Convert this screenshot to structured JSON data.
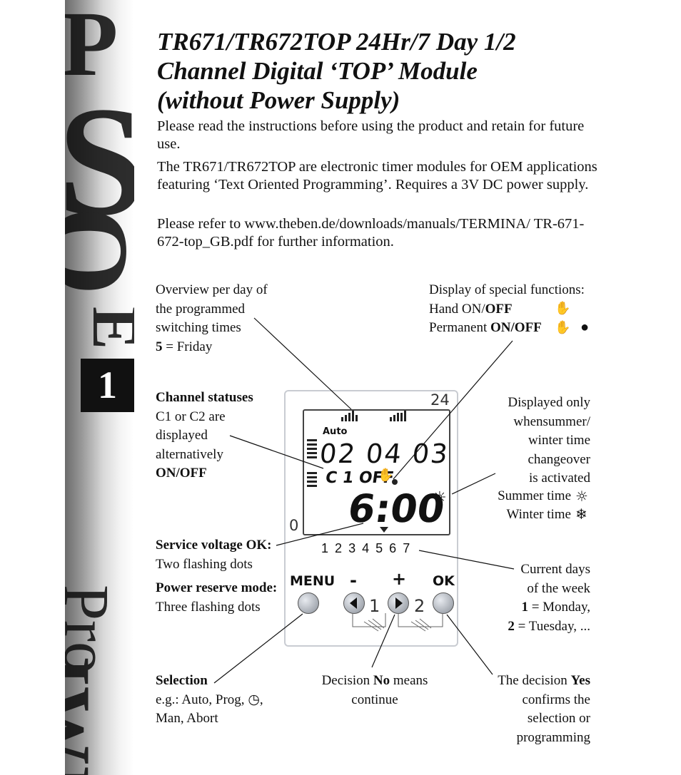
{
  "sidebar": {
    "chapter_number": "1"
  },
  "title_lines": [
    "TR671/TR672TOP 24Hr/7 Day 1/2",
    "Channel Digital ‘TOP’ Module",
    "(without Power Supply)"
  ],
  "intro": [
    "Please read the instructions before using the product and retain for future use.",
    "The TR671/TR672TOP are electronic timer modules for OEM applications featuring ‘Text Oriented Programming’. Requires a 3V DC power supply.",
    "Please refer to www.theben.de/downloads/manuals/TERMINA/ TR-671-672-top_GB.pdf  for further information."
  ],
  "labels": {
    "overview": {
      "lines": [
        "Overview per day of",
        "the programmed",
        "switching times"
      ],
      "bold": "5",
      "rest": " = Friday"
    },
    "special": {
      "line1": "Display of special functions:",
      "hand_text": "Hand ON/",
      "hand_bold": "OFF",
      "perm_text": "Permanent ",
      "perm_bold": "ON/OFF"
    },
    "channel": {
      "bold": "Channel statuses",
      "lines": [
        "C1 or C2 are",
        "displayed",
        "alternatively"
      ],
      "bold2": "ON/OFF"
    },
    "displayed_only": {
      "lines": [
        "Displayed only",
        "whensummer/",
        "winter time",
        "changeover",
        "is activated"
      ]
    },
    "summer": "Summer time",
    "winter": "Winter time",
    "service": {
      "bold": "Service voltage OK:",
      "text": "Two flashing dots"
    },
    "reserve": {
      "bold": "Power reserve mode:",
      "text": "Three flashing dots"
    },
    "current_days": {
      "lines": [
        "Current days",
        "of the week"
      ],
      "b1": "1",
      "t1": " = Monday,",
      "b2": "2",
      "t2": " = Tuesday, ..."
    },
    "selection": {
      "bold": "Selection",
      "line2a": "e.g.: Auto, Prog, ",
      "line2b": ",",
      "line3": "Man, Abort"
    },
    "decision_no": {
      "pre": "Decision ",
      "bold": "No",
      "post": " means",
      "line2": "continue"
    },
    "decision_yes": {
      "pre": "The decision ",
      "bold": "Yes",
      "lines": [
        "confirms the",
        "selection or",
        "programming"
      ]
    }
  },
  "device": {
    "hour_24": "24",
    "hour_0": "0",
    "mode": "Auto",
    "date": "02 04 03",
    "channel": "C 1 OFF",
    "time": "6:00",
    "days": [
      "1",
      "2",
      "3",
      "4",
      "5",
      "6",
      "7"
    ],
    "buttons": {
      "menu": "MENU",
      "minus": "-",
      "plus": "+",
      "ok": "OK"
    },
    "channel_numbers": [
      "1",
      "2"
    ]
  }
}
